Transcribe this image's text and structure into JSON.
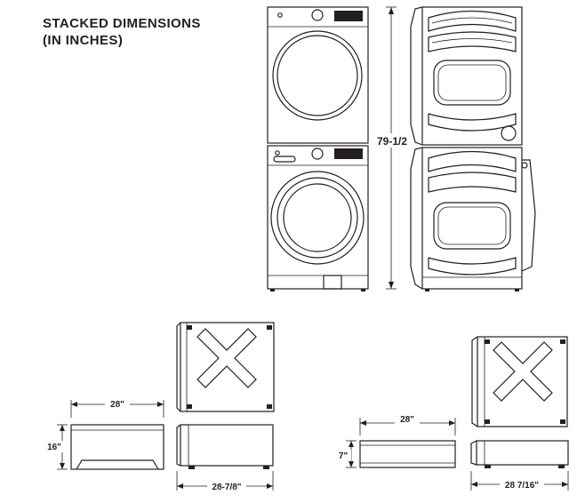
{
  "title": {
    "line1": "STACKED DIMENSIONS",
    "line2": "(IN INCHES)"
  },
  "dimensions": {
    "stack_height": "79-1/2",
    "pedestal_large_width": "28\"",
    "pedestal_large_height": "16\"",
    "pedestal_large_depth": "28-7/8\"",
    "pedestal_small_width": "28\"",
    "pedestal_small_height": "7\"",
    "pedestal_small_depth": "28 7/16\""
  },
  "icons": {
    "front_view": "stacked-washer-dryer-front-view",
    "side_view": "stacked-washer-dryer-side-view",
    "pedestal_large": "pedestal-16in-views",
    "pedestal_small": "pedestal-7in-views"
  }
}
